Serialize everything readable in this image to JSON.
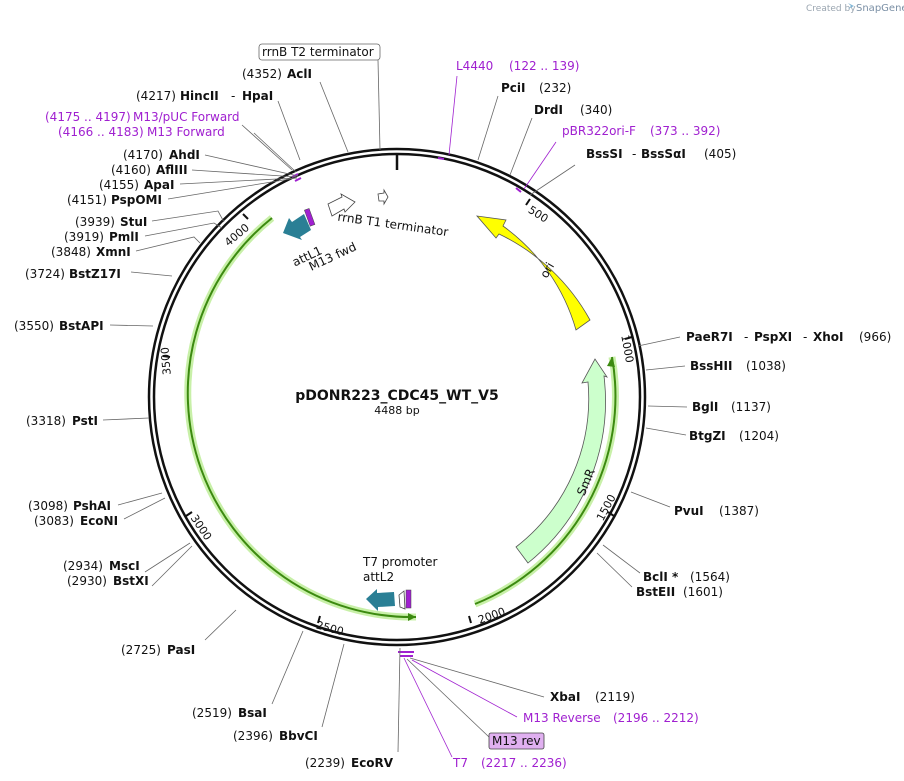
{
  "credit": {
    "created_by": "Created by",
    "brand": "SnapGene"
  },
  "plasmid": {
    "name": "pDONR223_CDC45_WT_V5",
    "length_label": "4488 bp"
  },
  "ticks": [
    "500",
    "1000",
    "1500",
    "2000",
    "2500",
    "3000",
    "3500",
    "4000"
  ],
  "features": {
    "ori": "ori",
    "smr": "SmR",
    "rrnb_t1": "rrnB T1 terminator",
    "attl1": "attL1",
    "m13_fwd": "M13 fwd",
    "t7_promoter": "T7 promoter",
    "attl2": "attL2"
  },
  "sites": {
    "rrnb_t2": "rrnB T2 terminator",
    "l4440": {
      "name": "L4440",
      "range": "(122 .. 139)"
    },
    "pcii": {
      "pos": "(232)",
      "name": "PciI"
    },
    "drdi": {
      "pos": "(340)",
      "name": "DrdI"
    },
    "pbr322": {
      "name": "pBR322ori-F",
      "range": "(373 .. 392)"
    },
    "bsssi": {
      "name": "BssSI",
      "sep": "-",
      "name2": "BssSαI",
      "pos": "(405)"
    },
    "aci": {
      "pos": "(4352)",
      "name": "AclI"
    },
    "hincii": {
      "pos": "(4217)",
      "name": "HincII",
      "sep": "-",
      "name2": "HpaI"
    },
    "m13puc": {
      "range": "(4175 .. 4197)",
      "name": "M13/pUC Forward"
    },
    "m13fwd": {
      "range": "(4166 .. 4183)",
      "name": "M13 Forward"
    },
    "ahdi": {
      "pos": "(4170)",
      "name": "AhdI"
    },
    "aflIII": {
      "pos": "(4160)",
      "name": "AflIII"
    },
    "apai": {
      "pos": "(4155)",
      "name": "ApaI"
    },
    "pspomi": {
      "pos": "(4151)",
      "name": "PspOMI"
    },
    "stui": {
      "pos": "(3939)",
      "name": "StuI"
    },
    "pmli": {
      "pos": "(3919)",
      "name": "PmlI"
    },
    "xmni": {
      "pos": "(3848)",
      "name": "XmnI"
    },
    "bstz17i": {
      "pos": "(3724)",
      "name": "BstZ17I"
    },
    "bstapi": {
      "pos": "(3550)",
      "name": "BstAPI"
    },
    "psti": {
      "pos": "(3318)",
      "name": "PstI"
    },
    "pshai": {
      "pos": "(3098)",
      "name": "PshAI"
    },
    "econi": {
      "pos": "(3083)",
      "name": "EcoNI"
    },
    "msci": {
      "pos": "(2934)",
      "name": "MscI"
    },
    "bstxi": {
      "pos": "(2930)",
      "name": "BstXI"
    },
    "pasi": {
      "pos": "(2725)",
      "name": "PasI"
    },
    "bsai": {
      "pos": "(2519)",
      "name": "BsaI"
    },
    "bbvci": {
      "pos": "(2396)",
      "name": "BbvCI"
    },
    "ecorv": {
      "pos": "(2239)",
      "name": "EcoRV"
    },
    "t7": {
      "name": "T7",
      "range": "(2217 .. 2236)"
    },
    "m13rev": "M13 rev",
    "m13reverse": {
      "name": "M13 Reverse",
      "range": "(2196 .. 2212)"
    },
    "xbai": {
      "name": "XbaI",
      "pos": "(2119)"
    },
    "paer7i": {
      "name": "PaeR7I",
      "sep": "-",
      "name2": "PspXI",
      "sep2": "-",
      "name3": "XhoI",
      "pos": "(966)"
    },
    "bsshii": {
      "name": "BssHII",
      "pos": "(1038)"
    },
    "bgli": {
      "name": "BglI",
      "pos": "(1137)"
    },
    "btgzi": {
      "name": "BtgZI",
      "pos": "(1204)"
    },
    "pvui": {
      "name": "PvuI",
      "pos": "(1387)"
    },
    "bcli": {
      "name": "BclI *",
      "pos": "(1564)"
    },
    "bsteii": {
      "name": "BstEII",
      "pos": "(1601)"
    }
  },
  "colors": {
    "backbone": "#111111",
    "ori": "#ffff00",
    "smr": "#ccffcc",
    "orf_glow": "#c8f0a8",
    "orf_line": "#3c8a10",
    "att": "#2a7f95",
    "primer": "#a020d0",
    "primer_box": "#e0b0f0"
  }
}
